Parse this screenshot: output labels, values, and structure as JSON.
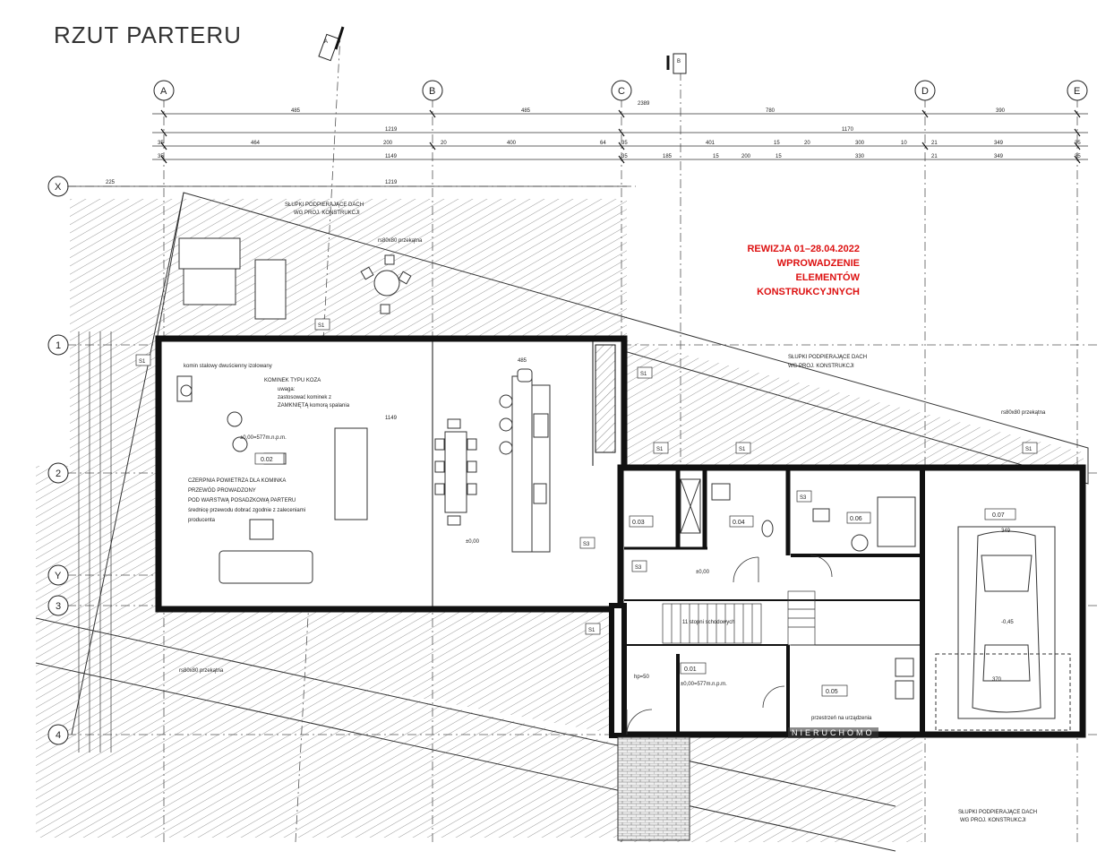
{
  "title": "RZUT PARTERU",
  "revision": {
    "line1": "REWIZJA 01–28.04.2022",
    "line2": "WPROWADZENIE ELEMENTÓW",
    "line3": "KONSTRUKCYJNYCH"
  },
  "grid_columns": [
    "A",
    "B",
    "C",
    "D",
    "E"
  ],
  "grid_rows": [
    "1",
    "2",
    "3",
    "4"
  ],
  "grid_extra": [
    "X",
    "Y"
  ],
  "section_marks": [
    "A",
    "B"
  ],
  "dims": {
    "row1": [
      "485",
      "485",
      "780",
      "390"
    ],
    "row1_extra": "2389",
    "row2": [
      "1219",
      "1170"
    ],
    "row3": [
      "35",
      "464",
      "200",
      "20",
      "400",
      "64",
      "35",
      "401",
      "15",
      "20",
      "300",
      "10",
      "21",
      "349",
      "35"
    ],
    "row4": [
      "35",
      "1149",
      "35",
      "185",
      "15",
      "200",
      "15",
      "330",
      "21",
      "349",
      "35"
    ],
    "x_top": "225",
    "x_total": "1219",
    "living_width": "1149",
    "kitchen_width": "485",
    "garage_width": "349",
    "garage_depth": "370"
  },
  "rooms": {
    "r002": "0.02",
    "r003": "0.03",
    "r004": "0.04",
    "r005": "0.05",
    "r006": "0.06",
    "r007": "0.07",
    "r001": "0.01",
    "level_main": "±0,00=577m.n.p.m.",
    "level_entry": "±0,00=577m.n.p.m.",
    "level_zero": "±0,00",
    "level_garage": "-0,45"
  },
  "notes": {
    "komin": "komin stalowy dwuścienny izolowany",
    "kominek_title": "KOMINEK TYPU KOZA",
    "kominek_body1": "uwaga:",
    "kominek_body2": "zastosować kominek z",
    "kominek_body3": "ZAMKNIĘTĄ komorą spalania",
    "czerpnia1": "CZERPNIA POWIETRZA DLA KOMINKA",
    "czerpnia2": "PRZEWÓD PROWADZONY",
    "czerpnia3": "POD WARSTWĄ POSADZKOWĄ PARTERU",
    "czerpnia4": "średnicę przewodu dobrać zgodnie z zaleceniami",
    "czerpnia5": "producenta",
    "slupki1": "SŁUPKI PODPIERAJĄCE DACH",
    "slupki2": "WG PROJ. KONSTRUKCJI",
    "rs80": "rs80x80 przekątna",
    "schody": "11 stopni schodowych",
    "przestrzen": "przestrzeń na urządzenia",
    "hp": "hp=50"
  },
  "tags": {
    "s1": "S1",
    "s3": "S3"
  },
  "watermark": "NIERUCHOMO"
}
